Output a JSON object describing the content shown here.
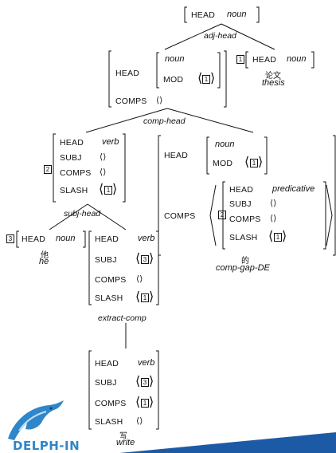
{
  "top": {
    "head_feat": "HEAD",
    "head_val": "noun",
    "rule": "adj-head"
  },
  "adj_phrase": {
    "head_feat": "HEAD",
    "head_val": "noun",
    "mod_feat": "MOD",
    "comps_feat": "COMPS",
    "tag": "1"
  },
  "thesis": {
    "tag": "1",
    "head_feat": "HEAD",
    "head_val": "noun",
    "word": "论文",
    "gloss": "thesis"
  },
  "mid_rule": "comp-head",
  "left_np": {
    "tag": "2",
    "head_feat": "HEAD",
    "head_val": "verb",
    "subj_feat": "SUBJ",
    "comps_feat": "COMPS",
    "slash_feat": "SLASH",
    "slash_tag": "1",
    "rule": "subj-head"
  },
  "de": {
    "head_feat": "HEAD",
    "head_val": "noun",
    "mod_feat": "MOD",
    "mod_tag": "1",
    "comps_feat": "COMPS",
    "comp_tag": "2",
    "inner_head_feat": "HEAD",
    "inner_head_val": "predicative",
    "inner_subj": "SUBJ",
    "inner_comps": "COMPS",
    "inner_slash": "SLASH",
    "inner_slash_tag": "1",
    "word": "的",
    "gloss": "comp-gap-DE"
  },
  "he": {
    "tag": "3",
    "head_feat": "HEAD",
    "head_val": "noun",
    "word": "他",
    "gloss": "he"
  },
  "vp": {
    "head_feat": "HEAD",
    "head_val": "verb",
    "subj_feat": "SUBJ",
    "subj_tag": "3",
    "comps_feat": "COMPS",
    "slash_feat": "SLASH",
    "slash_tag": "1",
    "rule": "extract-comp"
  },
  "write": {
    "head_feat": "HEAD",
    "head_val": "verb",
    "subj_feat": "SUBJ",
    "subj_tag": "3",
    "comps_feat": "COMPS",
    "comps_tag": "1",
    "slash_feat": "SLASH",
    "word": "写",
    "gloss": "write"
  },
  "logo": {
    "text": "DELPH-IN"
  },
  "symbols": {
    "langle": "⟨",
    "rangle": "⟩",
    "empty": "⟨⟩"
  }
}
